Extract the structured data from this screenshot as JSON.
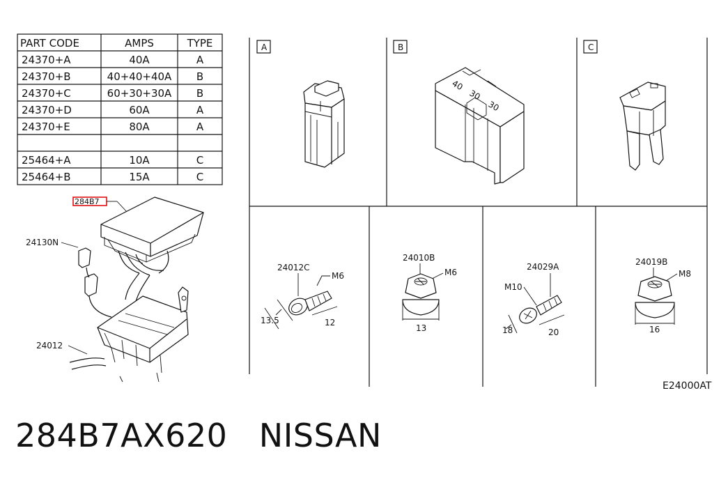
{
  "table": {
    "headers": [
      "PART CODE",
      "AMPS",
      "TYPE"
    ],
    "rows": [
      [
        "24370+A",
        "40A",
        "A"
      ],
      [
        "24370+B",
        "40+40+40A",
        "B"
      ],
      [
        "24370+C",
        "60+30+30A",
        "B"
      ],
      [
        "24370+D",
        "60A",
        "A"
      ],
      [
        "24370+E",
        "80A",
        "A"
      ],
      [
        "",
        "",
        ""
      ],
      [
        "25464+A",
        "10A",
        "C"
      ],
      [
        "25464+B",
        "15A",
        "C"
      ]
    ]
  },
  "assembly": {
    "highlighted_part": "284B7",
    "callouts": [
      "24130N",
      "24012"
    ]
  },
  "fuse_panels": [
    {
      "letter": "A"
    },
    {
      "letter": "B",
      "markings": [
        "40",
        "30",
        "30"
      ]
    },
    {
      "letter": "C"
    }
  ],
  "fasteners": [
    {
      "part": "24012C",
      "thread": "M6",
      "dim_a": "13.5",
      "dim_b": "12"
    },
    {
      "part": "24010B",
      "thread": "M6",
      "dim_a": "13"
    },
    {
      "part": "24029A",
      "thread": "M10",
      "dim_a": "18",
      "dim_b": "20"
    },
    {
      "part": "24019B",
      "thread": "M8",
      "dim_a": "16"
    }
  ],
  "drawing_code": "E24000AT",
  "caption": {
    "part_number": "284B7AX620",
    "brand": "NISSAN"
  }
}
